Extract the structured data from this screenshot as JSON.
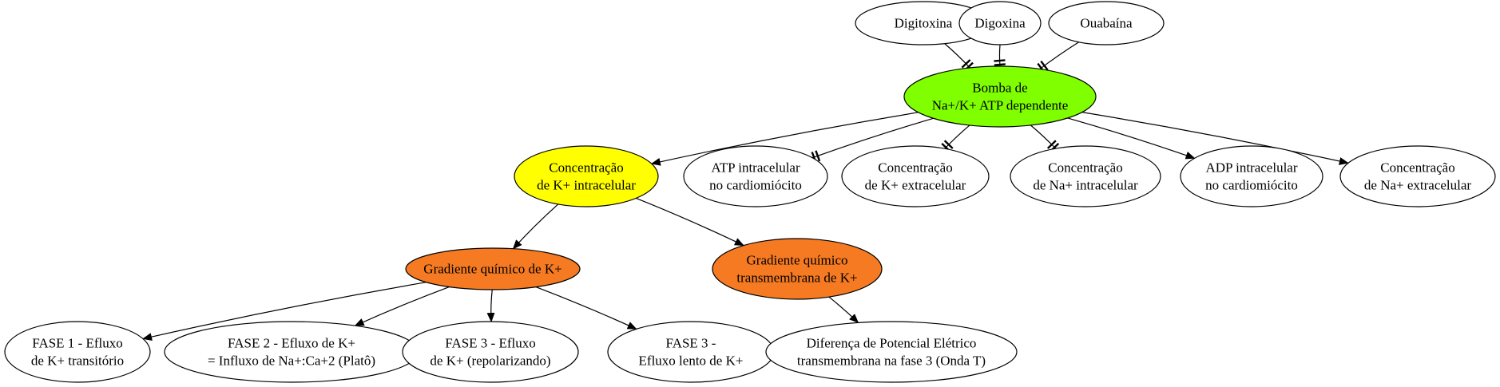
{
  "colors": {
    "green": "#7fff00",
    "yellow": "#ffff00",
    "orange": "#f57a22",
    "white": "#ffffff",
    "stroke": "#000000"
  },
  "nodes": {
    "digitoxina": {
      "lines": [
        "Digitoxina"
      ],
      "fill": "#ffffff"
    },
    "digoxina": {
      "lines": [
        "Digoxina"
      ],
      "fill": "#ffffff"
    },
    "ouabaina": {
      "lines": [
        "Ouabaína"
      ],
      "fill": "#ffffff"
    },
    "bomba": {
      "lines": [
        "Bomba de",
        "Na+/K+ ATP dependente"
      ],
      "fill": "#7fff00"
    },
    "conc_k_intra": {
      "lines": [
        "Concentração",
        "de K+ intracelular"
      ],
      "fill": "#ffff00"
    },
    "atp_intra": {
      "lines": [
        "ATP intracelular",
        "no cardiomiócito"
      ],
      "fill": "#ffffff"
    },
    "conc_k_extra": {
      "lines": [
        "Concentração",
        "de K+ extracelular"
      ],
      "fill": "#ffffff"
    },
    "conc_na_intra": {
      "lines": [
        "Concentração",
        "de Na+ intracelular"
      ],
      "fill": "#ffffff"
    },
    "adp_intra": {
      "lines": [
        "ADP intracelular",
        "no cardiomiócito"
      ],
      "fill": "#ffffff"
    },
    "conc_na_extra": {
      "lines": [
        "Concentração",
        "de Na+ extracelular"
      ],
      "fill": "#ffffff"
    },
    "grad_quimico": {
      "lines": [
        "Gradiente químico de K+"
      ],
      "fill": "#f57a22"
    },
    "grad_transmembrana": {
      "lines": [
        "Gradiente químico",
        "transmembrana de K+"
      ],
      "fill": "#f57a22"
    },
    "fase1": {
      "lines": [
        "FASE 1 - Efluxo",
        "de K+ transitório"
      ],
      "fill": "#ffffff"
    },
    "fase2": {
      "lines": [
        "FASE 2 - Efluxo de K+",
        "= Influxo de Na+:Ca+2 (Platô)"
      ],
      "fill": "#ffffff"
    },
    "fase3a": {
      "lines": [
        "FASE 3 - Efluxo",
        "de K+ (repolarizando)"
      ],
      "fill": "#ffffff"
    },
    "fase3b": {
      "lines": [
        "FASE 3 -",
        "Efluxo lento de K+"
      ],
      "fill": "#ffffff"
    },
    "ddp": {
      "lines": [
        "Diferença de Potencial Elétrico",
        "transmembrana na fase 3 (Onda T)"
      ],
      "fill": "#ffffff"
    }
  },
  "edges": [
    {
      "from": "digitoxina",
      "to": "bomba",
      "type": "tee"
    },
    {
      "from": "digoxina",
      "to": "bomba",
      "type": "tee"
    },
    {
      "from": "ouabaina",
      "to": "bomba",
      "type": "tee"
    },
    {
      "from": "bomba",
      "to": "conc_k_intra",
      "type": "arrow"
    },
    {
      "from": "bomba",
      "to": "atp_intra",
      "type": "tee"
    },
    {
      "from": "bomba",
      "to": "conc_k_extra",
      "type": "tee"
    },
    {
      "from": "bomba",
      "to": "conc_na_intra",
      "type": "tee"
    },
    {
      "from": "bomba",
      "to": "adp_intra",
      "type": "arrow"
    },
    {
      "from": "bomba",
      "to": "conc_na_extra",
      "type": "arrow"
    },
    {
      "from": "conc_k_intra",
      "to": "grad_quimico",
      "type": "arrow"
    },
    {
      "from": "conc_k_intra",
      "to": "grad_transmembrana",
      "type": "arrow"
    },
    {
      "from": "grad_quimico",
      "to": "fase1",
      "type": "arrow"
    },
    {
      "from": "grad_quimico",
      "to": "fase2",
      "type": "arrow"
    },
    {
      "from": "grad_quimico",
      "to": "fase3a",
      "type": "arrow"
    },
    {
      "from": "grad_quimico",
      "to": "fase3b",
      "type": "arrow"
    },
    {
      "from": "grad_transmembrana",
      "to": "ddp",
      "type": "arrow"
    }
  ]
}
